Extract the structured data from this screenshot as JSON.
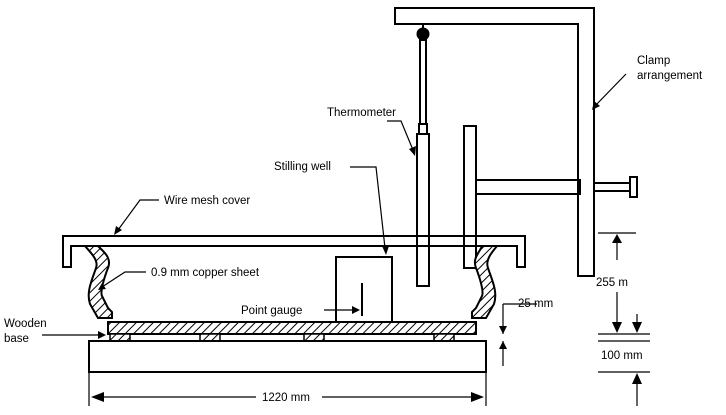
{
  "labels": {
    "clamp_line1": "Clamp",
    "clamp_line2": "arrangement",
    "thermometer": "Thermometer",
    "stilling_well": "Stilling well",
    "wire_mesh_cover": "Wire mesh cover",
    "copper_sheet": "0.9 mm copper sheet",
    "point_gauge": "Point gauge",
    "wooden_line1": "Wooden",
    "wooden_line2": "base"
  },
  "dimensions": {
    "pan_depth": "25 mm",
    "water_level_height": "255 m",
    "base_height": "100 mm",
    "diameter": "1220 mm"
  }
}
